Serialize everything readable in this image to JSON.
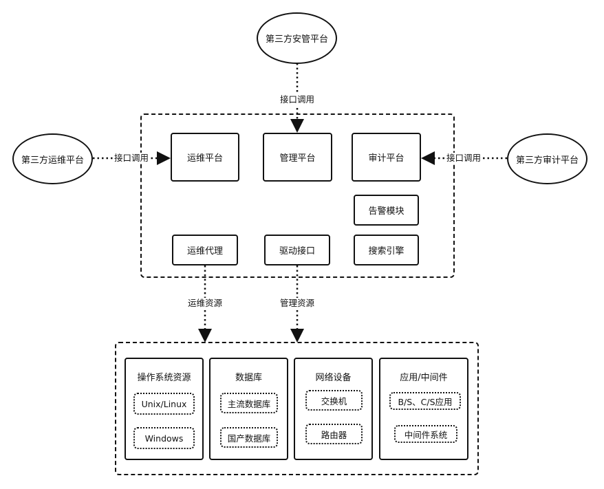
{
  "nodes": {
    "third_security": "第三方安管平台",
    "third_ops": "第三方运维平台",
    "third_audit": "第三方审计平台",
    "ops_platform": "运维平台",
    "mgmt_platform": "管理平台",
    "audit_platform": "审计平台",
    "alert_module": "告警模块",
    "search_engine": "搜索引擎",
    "ops_agent": "运维代理",
    "driver_interface": "驱动接口"
  },
  "edges": {
    "api_top": "接口调用",
    "api_left": "接口调用",
    "api_right": "接口调用",
    "ops_resource": "运维资源",
    "mgmt_resource": "管理资源"
  },
  "resources": {
    "os": {
      "title": "操作系统资源",
      "items": [
        "Unix/Linux",
        "Windows"
      ]
    },
    "db": {
      "title": "数据库",
      "items": [
        "主流数据库",
        "国产数据库"
      ]
    },
    "net": {
      "title": "网络设备",
      "items": [
        "交换机",
        "路由器"
      ]
    },
    "app": {
      "title": "应用/中间件",
      "items": [
        "B/S、C/S应用",
        "中间件系统"
      ]
    }
  }
}
